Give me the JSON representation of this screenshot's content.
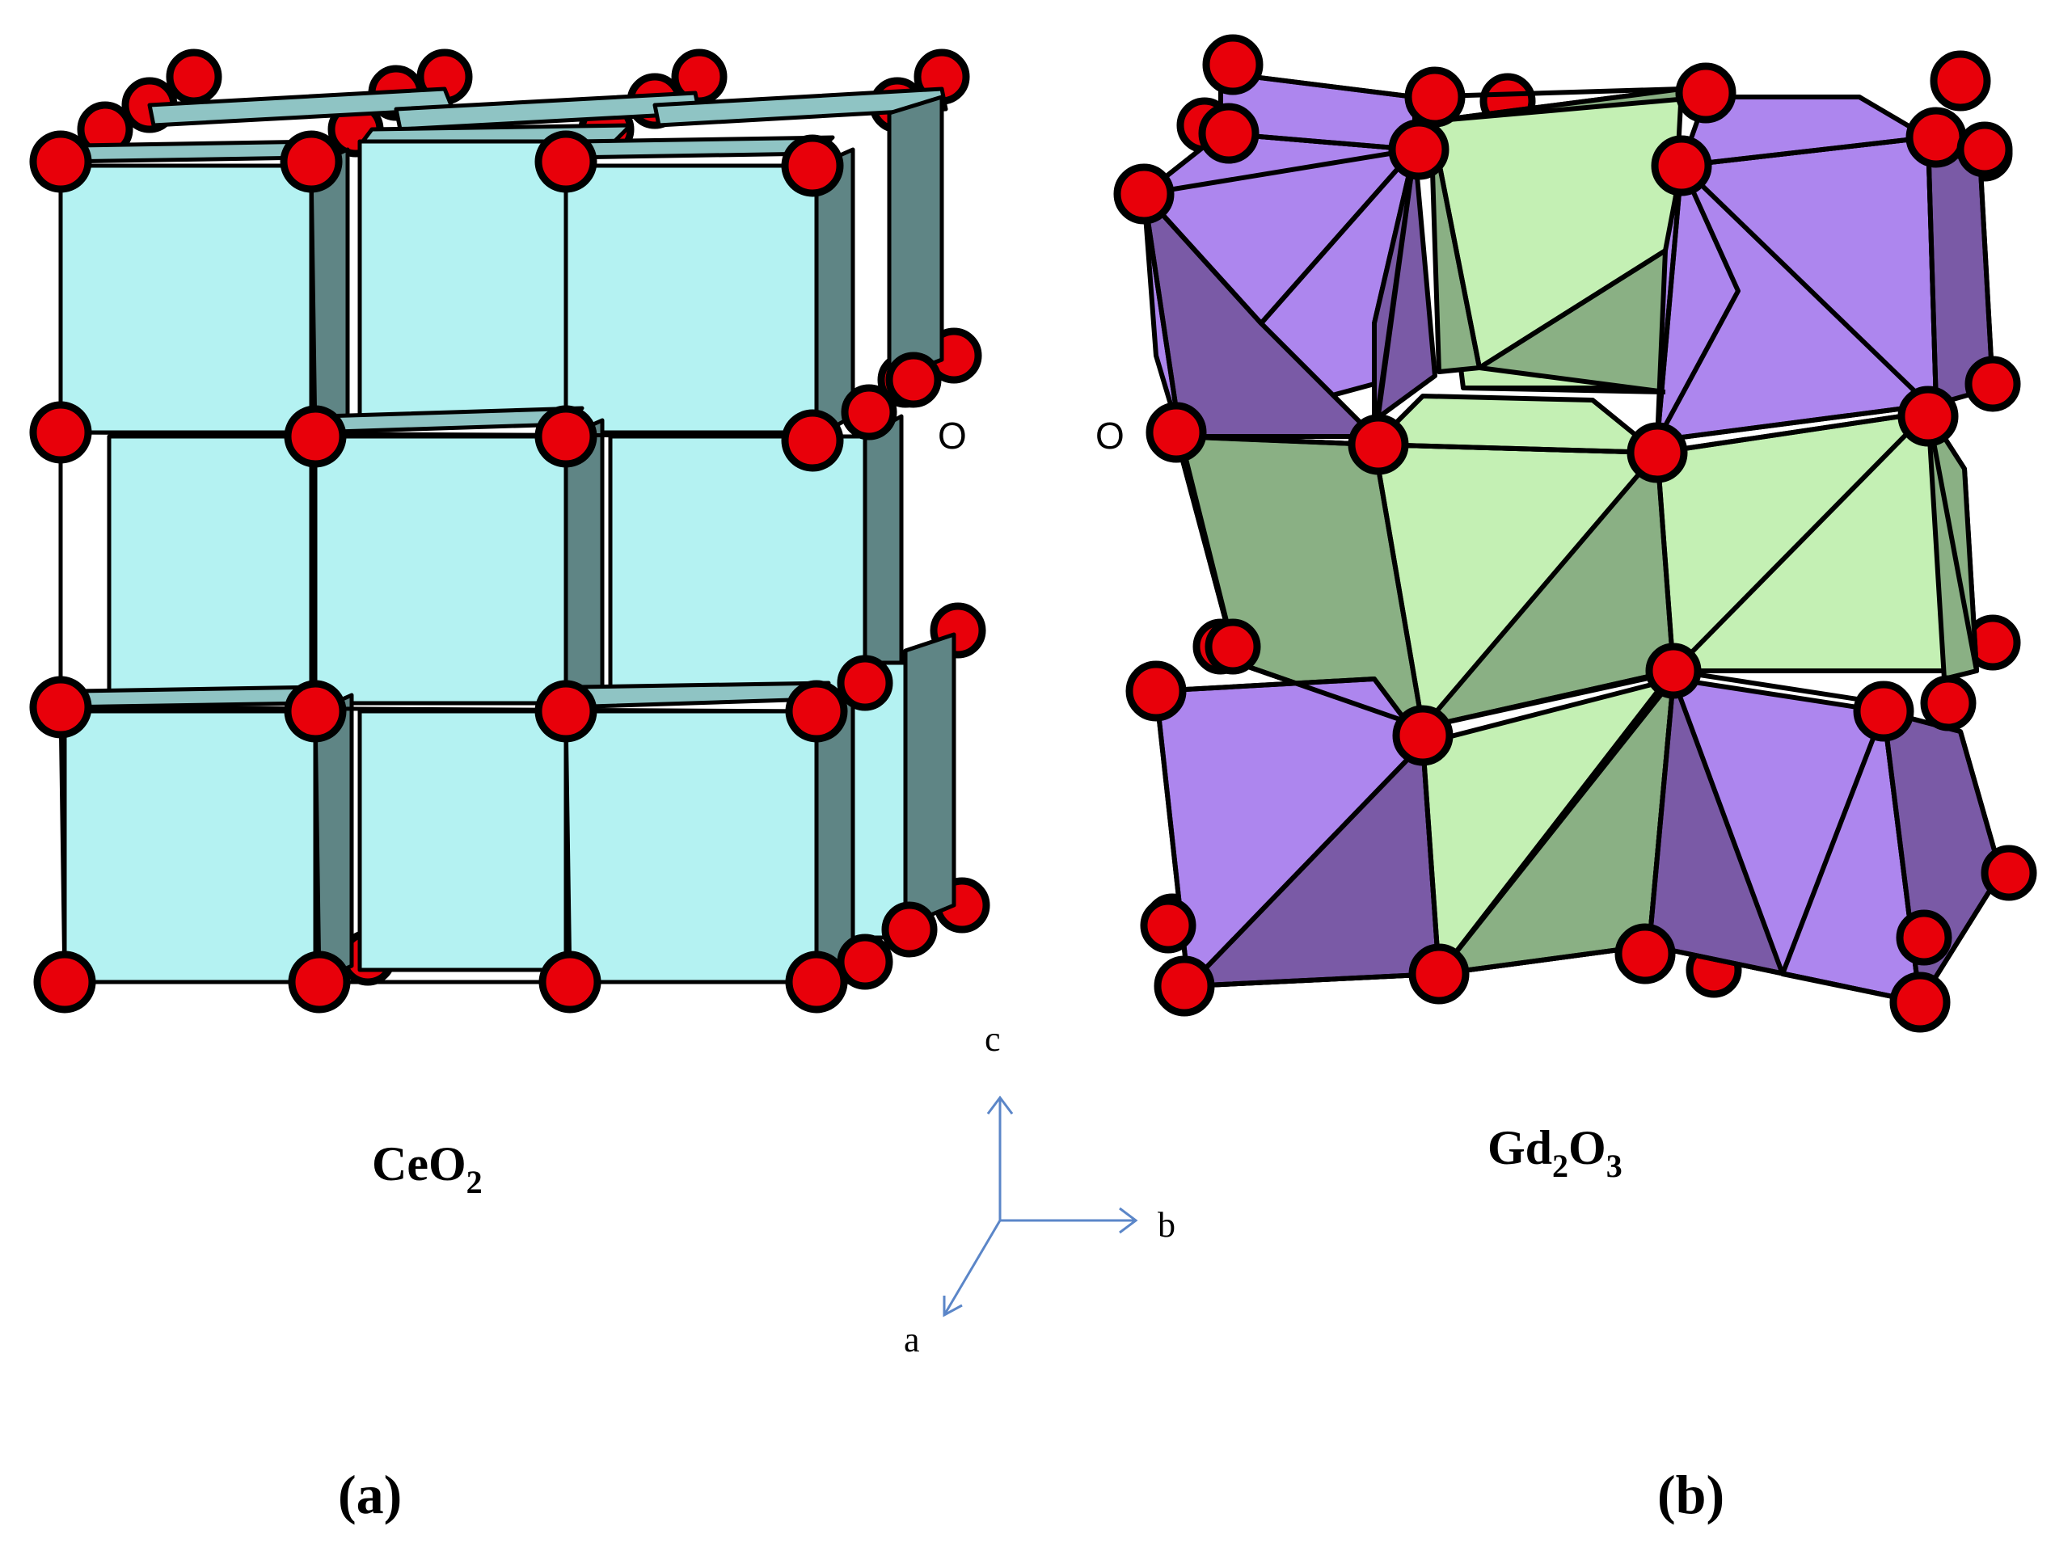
{
  "panels": [
    {
      "id": "a",
      "formula_base": "CeO",
      "formula_sub": "2",
      "panel_label": "(a)",
      "oxygen_label": "O"
    },
    {
      "id": "b",
      "formula_base": "Gd",
      "formula_sub1": "2",
      "formula_mid": "O",
      "formula_sub2": "3",
      "panel_label": "(b)",
      "oxygen_label": "O"
    }
  ],
  "axes": {
    "c": "c",
    "b": "b",
    "a": "a",
    "color": "#5b86c8"
  },
  "colors": {
    "ceo2_face": "#b4f2f2",
    "ceo2_side": "#5f8585",
    "ceo2_top": "#8fc4c4",
    "gd_purple": "#ad86ee",
    "gd_purple_dark": "#7a5aa6",
    "gd_green": "#c4f0b4",
    "gd_green_dark": "#8ab084",
    "oxygen": "#e8000a"
  }
}
